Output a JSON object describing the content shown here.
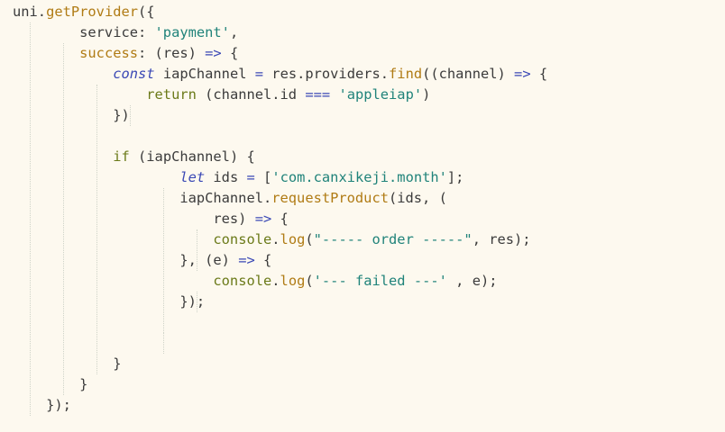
{
  "editor": {
    "background": "#fdf9ef",
    "language": "javascript",
    "colors": {
      "plain": "#3b3b3b",
      "function": "#b07b14",
      "string": "#20837a",
      "keyword": "#6b7a19",
      "storage_keyword": "#3a48b5",
      "operator": "#3a48b5",
      "indent_guide": "#cfd3c8"
    },
    "lines": [
      [
        {
          "t": "uni.",
          "c": "plain"
        },
        {
          "t": "getProvider",
          "c": "fn"
        },
        {
          "t": "({",
          "c": "plain"
        }
      ],
      [
        {
          "t": "        service: ",
          "c": "plain"
        },
        {
          "t": "'payment'",
          "c": "str"
        },
        {
          "t": ",",
          "c": "plain"
        }
      ],
      [
        {
          "t": "        ",
          "c": "plain"
        },
        {
          "t": "success",
          "c": "fn"
        },
        {
          "t": ": (res) ",
          "c": "plain"
        },
        {
          "t": "=>",
          "c": "op"
        },
        {
          "t": " {",
          "c": "plain"
        }
      ],
      [
        {
          "t": "            ",
          "c": "plain"
        },
        {
          "t": "const",
          "c": "kwi"
        },
        {
          "t": " iapChannel ",
          "c": "plain"
        },
        {
          "t": "=",
          "c": "op"
        },
        {
          "t": " res.providers.",
          "c": "plain"
        },
        {
          "t": "find",
          "c": "fn"
        },
        {
          "t": "((channel) ",
          "c": "plain"
        },
        {
          "t": "=>",
          "c": "op"
        },
        {
          "t": " {",
          "c": "plain"
        }
      ],
      [
        {
          "t": "                ",
          "c": "plain"
        },
        {
          "t": "return",
          "c": "kw"
        },
        {
          "t": " (channel.id ",
          "c": "plain"
        },
        {
          "t": "===",
          "c": "op"
        },
        {
          "t": " ",
          "c": "plain"
        },
        {
          "t": "'appleiap'",
          "c": "str"
        },
        {
          "t": ")",
          "c": "plain"
        }
      ],
      [
        {
          "t": "            })",
          "c": "plain"
        }
      ],
      [],
      [
        {
          "t": "            ",
          "c": "plain"
        },
        {
          "t": "if",
          "c": "kw"
        },
        {
          "t": " (iapChannel) {",
          "c": "plain"
        }
      ],
      [
        {
          "t": "                    ",
          "c": "plain"
        },
        {
          "t": "let",
          "c": "kwi"
        },
        {
          "t": " ids ",
          "c": "plain"
        },
        {
          "t": "=",
          "c": "op"
        },
        {
          "t": " [",
          "c": "plain"
        },
        {
          "t": "'com.canxikeji.month'",
          "c": "str"
        },
        {
          "t": "];",
          "c": "plain"
        }
      ],
      [
        {
          "t": "                    iapChannel.",
          "c": "plain"
        },
        {
          "t": "requestProduct",
          "c": "fn"
        },
        {
          "t": "(ids, (",
          "c": "plain"
        }
      ],
      [
        {
          "t": "                        res) ",
          "c": "plain"
        },
        {
          "t": "=>",
          "c": "op"
        },
        {
          "t": " {",
          "c": "plain"
        }
      ],
      [
        {
          "t": "                        ",
          "c": "plain"
        },
        {
          "t": "console",
          "c": "kw"
        },
        {
          "t": ".",
          "c": "plain"
        },
        {
          "t": "log",
          "c": "fn"
        },
        {
          "t": "(",
          "c": "plain"
        },
        {
          "t": "\"----- order -----\"",
          "c": "str"
        },
        {
          "t": ", res);",
          "c": "plain"
        }
      ],
      [
        {
          "t": "                    }, (e) ",
          "c": "plain"
        },
        {
          "t": "=>",
          "c": "op"
        },
        {
          "t": " {",
          "c": "plain"
        }
      ],
      [
        {
          "t": "                        ",
          "c": "plain"
        },
        {
          "t": "console",
          "c": "kw"
        },
        {
          "t": ".",
          "c": "plain"
        },
        {
          "t": "log",
          "c": "fn"
        },
        {
          "t": "(",
          "c": "plain"
        },
        {
          "t": "'--- failed ---'",
          "c": "str"
        },
        {
          "t": " , e);",
          "c": "plain"
        }
      ],
      [
        {
          "t": "                    });",
          "c": "plain"
        }
      ],
      [],
      [],
      [
        {
          "t": "            }",
          "c": "plain"
        }
      ],
      [
        {
          "t": "        }",
          "c": "plain"
        }
      ],
      [
        {
          "t": "    });",
          "c": "plain"
        }
      ]
    ]
  }
}
